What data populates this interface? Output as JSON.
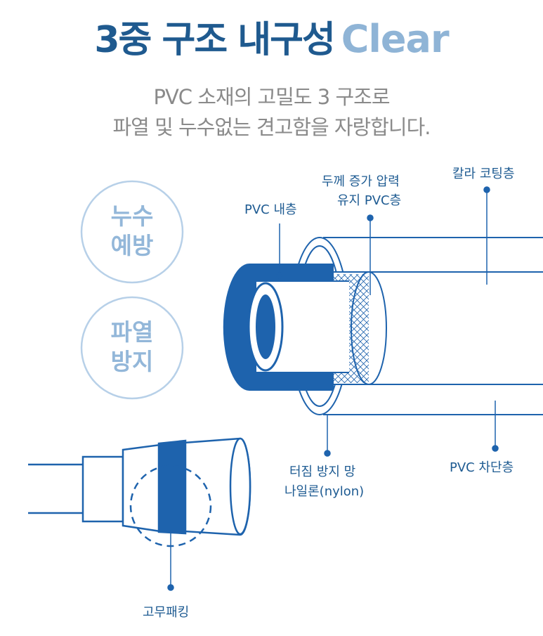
{
  "title": {
    "korean": "3중 구조 내구성",
    "english": "Clear"
  },
  "subtitle": {
    "line1": "PVC 소재의 고밀도 3 구조로",
    "line2": "파열 및 누수없는 견고함을 자랑합니다."
  },
  "badges": [
    {
      "line1": "누수",
      "line2": "예방"
    },
    {
      "line1": "파열",
      "line2": "방지"
    }
  ],
  "labels": {
    "inner_layer": "PVC 내층",
    "pressure_line1": "두께 증가 압력",
    "pressure_line2": "유지 PVC층",
    "color_coating": "칼라 코팅층",
    "mesh_line1": "터짐 방지 망",
    "mesh_line2": "나일론(nylon)",
    "barrier": "PVC 차단층",
    "packing": "고무패킹"
  },
  "colors": {
    "primary": "#1e63ad",
    "dark_title": "#1f5a8f",
    "light_blue": "#93b7d9",
    "gray": "#8a8a8a"
  }
}
